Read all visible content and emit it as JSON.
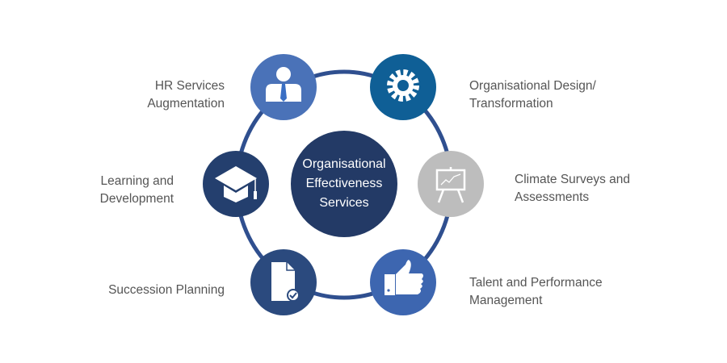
{
  "center": {
    "lines": [
      "Organisational",
      "Effectiveness",
      "Services"
    ],
    "color": "#233a66"
  },
  "ring_color": "#2f4f8f",
  "nodes": [
    {
      "id": "hr",
      "lines": [
        "HR Services",
        "Augmentation"
      ],
      "icon": "person-tie-icon",
      "color": "#4a72b8"
    },
    {
      "id": "od",
      "lines": [
        "Organisational Design/",
        "Transformation"
      ],
      "icon": "gear-icon",
      "color": "#0f5f96"
    },
    {
      "id": "climate",
      "lines": [
        "Climate Surveys and",
        "Assessments"
      ],
      "icon": "presentation-board-icon",
      "color": "#bdbdbd"
    },
    {
      "id": "talent",
      "lines": [
        "Talent and Performance",
        "Management"
      ],
      "icon": "thumbs-up-icon",
      "color": "#3d66b0"
    },
    {
      "id": "succession",
      "lines": [
        "Succession Planning"
      ],
      "icon": "document-check-icon",
      "color": "#2b4a7e"
    },
    {
      "id": "learning",
      "lines": [
        "Learning and",
        "Development"
      ],
      "icon": "graduation-cap-icon",
      "color": "#243f6e"
    }
  ]
}
